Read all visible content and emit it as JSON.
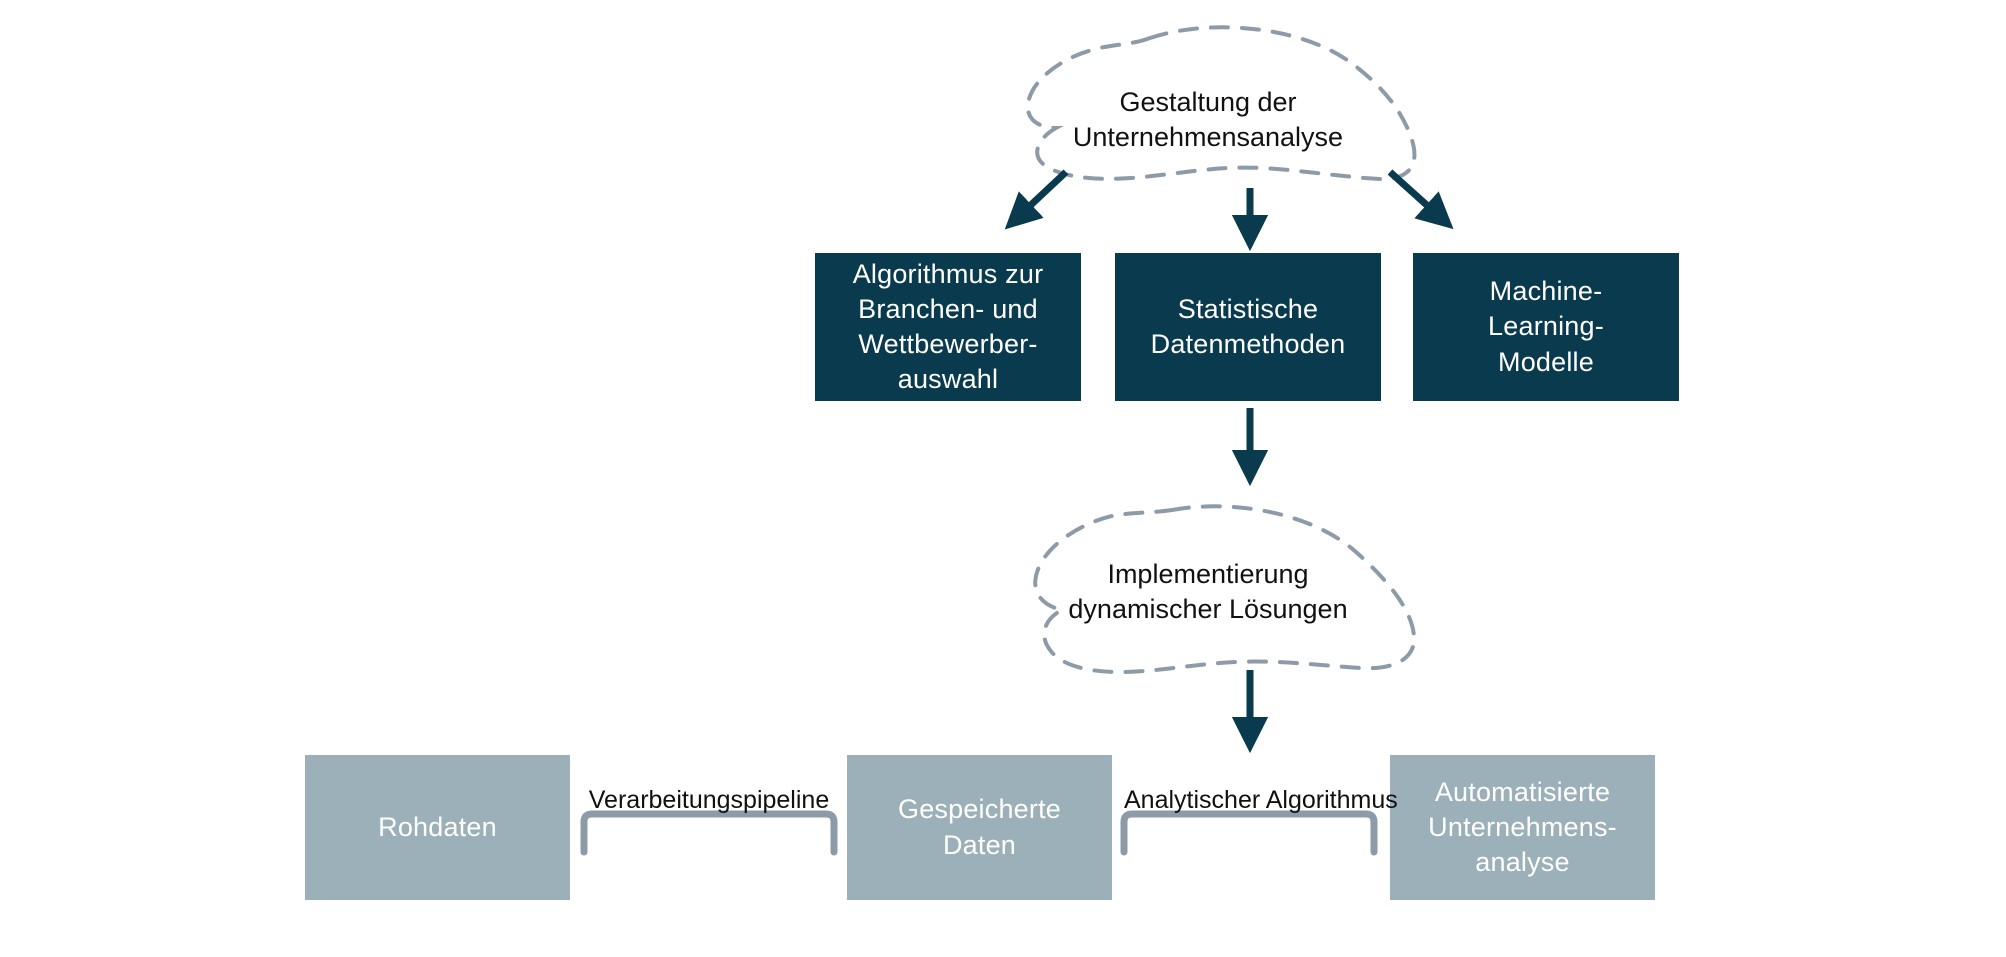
{
  "diagram": {
    "title": "Gestaltung der Unternehmensanalyse Prozessdiagramm",
    "colors": {
      "dark_box": "#0a3a4d",
      "gray_box": "#9bb0b8",
      "cloud_outline": "#8d9ba8",
      "arrow": "#0a3a4d",
      "bracket": "#8d9ba8",
      "box_text": "#ffffff",
      "label_text": "#111111",
      "background": "#ffffff"
    },
    "clouds": [
      {
        "id": "cloud-design",
        "label": "Gestaltung der\nUnternehmensanalyse"
      },
      {
        "id": "cloud-implementation",
        "label": "Implementierung\ndynamischer Lösungen"
      }
    ],
    "method_boxes": [
      {
        "id": "box-algorithm-selection",
        "label": "Algorithmus zur\nBranchen- und\nWettbewerber-\nauswahl"
      },
      {
        "id": "box-statistical-methods",
        "label": "Statistische\nDatenmethoden"
      },
      {
        "id": "box-ml-models",
        "label": "Machine-\nLearning-\nModelle"
      }
    ],
    "pipeline_boxes": [
      {
        "id": "box-raw-data",
        "label": "Rohdaten"
      },
      {
        "id": "box-stored-data",
        "label": "Gespeicherte\nDaten"
      },
      {
        "id": "box-automated-analysis",
        "label": "Automatisierte\nUnternehmens-\nanalyse"
      }
    ],
    "bracket_labels": [
      {
        "id": "bracket-processing-pipeline",
        "label": "Verarbeitungspipeline"
      },
      {
        "id": "bracket-analytical-algorithm",
        "label": "Analytischer Algorithmus"
      }
    ],
    "arrows": [
      {
        "id": "arrow-cloud-to-algorithm",
        "direction": "down-left"
      },
      {
        "id": "arrow-cloud-to-statistics",
        "direction": "down"
      },
      {
        "id": "arrow-cloud-to-ml",
        "direction": "down-right"
      },
      {
        "id": "arrow-statistics-to-implementation",
        "direction": "down"
      },
      {
        "id": "arrow-implementation-to-pipeline",
        "direction": "down"
      }
    ]
  }
}
